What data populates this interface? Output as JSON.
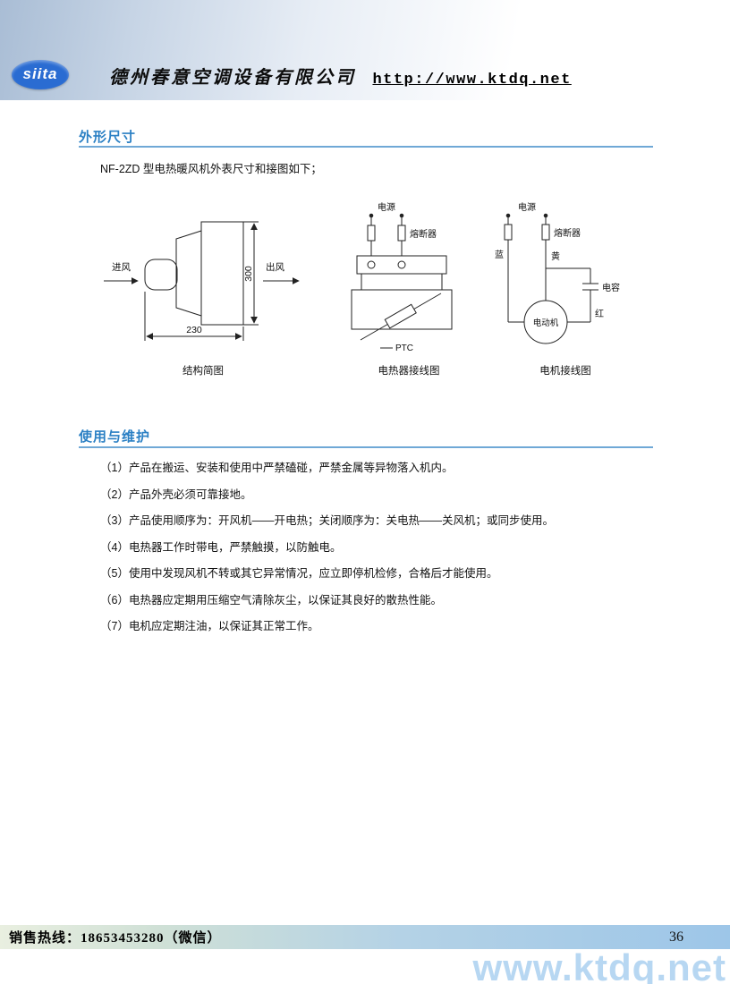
{
  "header": {
    "logo_text": "siita",
    "company_name": "德州春意空调设备有限公司",
    "website": "http://www.ktdq.net"
  },
  "dimensions_section": {
    "title": "外形尺寸",
    "intro": "NF-2ZD 型电热暖风机外表尺寸和接图如下；",
    "structure": {
      "air_in": "进风",
      "air_out": "出风",
      "height_dim": "300",
      "width_dim": "230",
      "caption": "结构简图"
    },
    "heater": {
      "power": "电源",
      "fuse": "熔断器",
      "ptc": "PTC",
      "caption": "电热器接线图"
    },
    "motor": {
      "power": "电源",
      "fuse": "熔断器",
      "blue": "蓝",
      "yellow": "黄",
      "capacitor": "电容",
      "red": "红",
      "motor": "电动机",
      "caption": "电机接线图"
    }
  },
  "usage_section": {
    "title": "使用与维护",
    "items": [
      "（1）产品在搬运、安装和使用中严禁磕碰，严禁金属等异物落入机内。",
      "（2）产品外壳必须可靠接地。",
      "（3）产品使用顺序为：开风机——开电热；关闭顺序为：关电热——关风机；或同步使用。",
      "（4）电热器工作时带电，严禁触摸，以防触电。",
      "（5）使用中发现风机不转或其它异常情况，应立即停机检修，合格后才能使用。",
      "（6）电热器应定期用压缩空气清除灰尘，以保证其良好的散热性能。",
      "（7）电机应定期注油，以保证其正常工作。"
    ]
  },
  "footer": {
    "hotline": "销售热线：18653453280（微信）",
    "page_number": "36",
    "watermark": "www.ktdq.net"
  }
}
